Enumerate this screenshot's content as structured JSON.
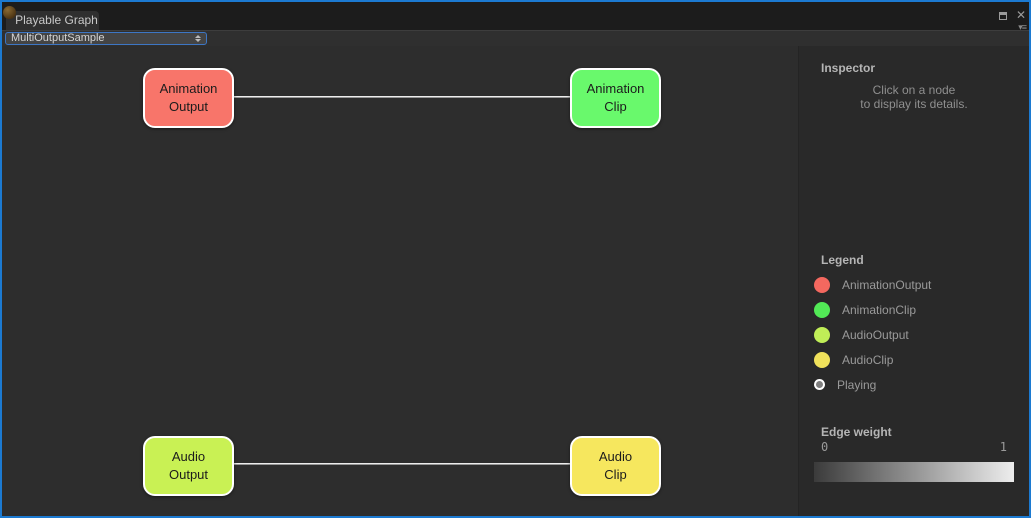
{
  "window": {
    "tab_label": "Playable Graph",
    "close_icon": "✕",
    "menu_icon": "▾≡",
    "toolbar": {
      "graph_selector_value": "MultiOutputSample"
    }
  },
  "graph": {
    "nodes": [
      {
        "name": "animation-output",
        "line1": "Animation",
        "line2": "Output",
        "color": "#f8756a"
      },
      {
        "name": "animation-clip",
        "line1": "Animation",
        "line2": "Clip",
        "color": "#69f96c"
      },
      {
        "name": "audio-output",
        "line1": "Audio",
        "line2": "Output",
        "color": "#c9f154"
      },
      {
        "name": "audio-clip",
        "line1": "Audio",
        "line2": "Clip",
        "color": "#f6e75e"
      }
    ],
    "edges": [
      {
        "from": "animation-output",
        "to": "animation-clip"
      },
      {
        "from": "audio-output",
        "to": "audio-clip"
      }
    ]
  },
  "inspector": {
    "title": "Inspector",
    "hint_line1": "Click on a node",
    "hint_line2": "to display its details.",
    "legend": {
      "title": "Legend",
      "items": [
        {
          "label": "AnimationOutput",
          "color": "#f4685f"
        },
        {
          "label": "AnimationClip",
          "color": "#52e956"
        },
        {
          "label": "AudioOutput",
          "color": "#c0ee57"
        },
        {
          "label": "AudioClip",
          "color": "#f0e15b"
        },
        {
          "label": "Playing",
          "color": "#7f7f7f"
        }
      ]
    },
    "edge_weight": {
      "title": "Edge weight",
      "min": "0",
      "max": "1",
      "gradient_css": "linear-gradient(to right, #3b3b3b, #ededed)"
    }
  }
}
